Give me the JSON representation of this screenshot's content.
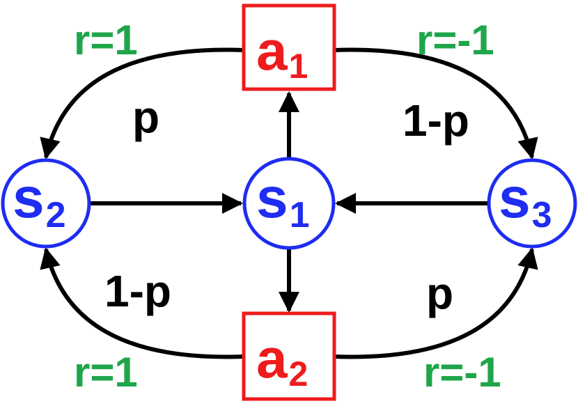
{
  "colors": {
    "state": "#1f2cf2",
    "action": "#ee1c1c",
    "reward": "#1fa54a",
    "edge": "#000000"
  },
  "states": {
    "s1": {
      "base": "s",
      "sub": "1"
    },
    "s2": {
      "base": "s",
      "sub": "2"
    },
    "s3": {
      "base": "s",
      "sub": "3"
    }
  },
  "actions": {
    "a1": {
      "base": "a",
      "sub": "1"
    },
    "a2": {
      "base": "a",
      "sub": "2"
    }
  },
  "transitions": {
    "a1_to_s2": "p",
    "a1_to_s3": "1-p",
    "a2_to_s2": "1-p",
    "a2_to_s3": "p"
  },
  "rewards": {
    "a1_s2": "r=1",
    "a1_s3": "r=-1",
    "a2_s2": "r=1",
    "a2_s3": "r=-1"
  }
}
